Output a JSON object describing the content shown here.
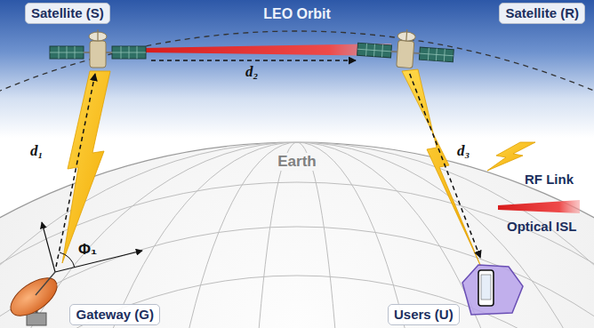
{
  "diagram": {
    "nodes": [
      {
        "text": [
          "Satellite (S)"
        ]
      },
      {
        "text": [
          "Satellite (R)"
        ]
      },
      {
        "text": [
          "Gateway (G)"
        ]
      },
      {
        "text": [
          "Users (U)"
        ]
      }
    ],
    "edges": [
      {
        "from": 2,
        "to": 0,
        "label": "d₁",
        "arrow": "to"
      },
      {
        "from": 0,
        "to": 1,
        "label": "d₂",
        "arrow": "to"
      },
      {
        "from": 1,
        "to": 3,
        "label": "d₃",
        "arrow": "to"
      }
    ],
    "labels": [
      "LEO Orbit",
      "Earth",
      "Φ₁"
    ],
    "legend": [
      {
        "text": "RF Link"
      },
      {
        "text": "Optical ISL"
      }
    ]
  }
}
